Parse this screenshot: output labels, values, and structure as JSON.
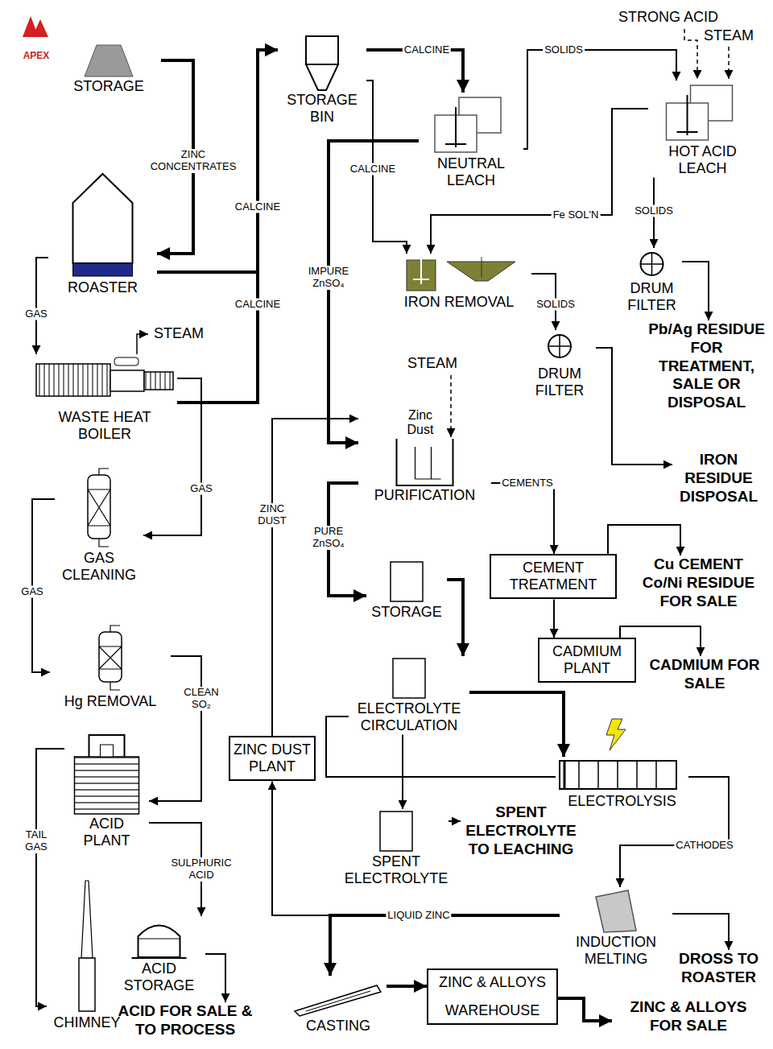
{
  "diagram": {
    "nodes": [
      {
        "text": [
          "STORAGE"
        ]
      },
      {
        "text": [
          "ROASTER"
        ]
      },
      {
        "text": [
          "STORAGE BIN"
        ]
      },
      {
        "text": [
          "NEUTRAL LEACH"
        ]
      },
      {
        "text": [
          "HOT ACID LEACH"
        ]
      },
      {
        "text": [
          "IRON REMOVAL"
        ]
      },
      {
        "text": [
          "DRUM FILTER"
        ]
      },
      {
        "text": [
          "Pb/Ag RESIDUE FOR TREATMENT, SALE OR DISPOSAL"
        ]
      },
      {
        "text": [
          "DRUM FILTER"
        ]
      },
      {
        "text": [
          "IRON RESIDUE DISPOSAL"
        ]
      },
      {
        "text": [
          "WASTE HEAT BOILER"
        ]
      },
      {
        "text": [
          "PURIFICATION"
        ]
      },
      {
        "text": [
          "GAS CLEANING"
        ]
      },
      {
        "text": [
          "CEMENT TREATMENT"
        ]
      },
      {
        "text": [
          "Cu CEMENT Co/Ni RESIDUE FOR SALE"
        ]
      },
      {
        "text": [
          "CADMIUM PLANT"
        ]
      },
      {
        "text": [
          "CADMIUM FOR SALE"
        ]
      },
      {
        "text": [
          "Hg REMOVAL"
        ]
      },
      {
        "text": [
          "STORAGE"
        ]
      },
      {
        "text": [
          "ELECTROLYTE CIRCULATION"
        ]
      },
      {
        "text": [
          "ZINC DUST PLANT"
        ]
      },
      {
        "text": [
          "ACID PLANT"
        ]
      },
      {
        "text": [
          "ELECTROLYSIS"
        ]
      },
      {
        "text": [
          "SPENT ELECTROLYTE"
        ]
      },
      {
        "text": [
          "SPENT ELECTROLYTE TO LEACHING"
        ]
      },
      {
        "text": [
          "ACID STORAGE"
        ]
      },
      {
        "text": [
          "ACID FOR SALE & TO PROCESS"
        ]
      },
      {
        "text": [
          "CHIMNEY"
        ]
      },
      {
        "text": [
          "INDUCTION MELTING"
        ]
      },
      {
        "text": [
          "DROSS TO ROASTER"
        ]
      },
      {
        "text": [
          "CASTING"
        ]
      },
      {
        "text": [
          "ZINC & ALLOYS",
          "WAREHOUSE"
        ]
      },
      {
        "text": [
          "ZINC & ALLOYS FOR SALE"
        ]
      }
    ],
    "edges": [
      {
        "from": 0,
        "to": 1,
        "arrow": "to",
        "label": "ZINC CONCENTRATES"
      },
      {
        "from": 1,
        "to": 2,
        "arrow": "to",
        "label": "CALCINE"
      },
      {
        "from": 10,
        "to": 2,
        "arrow": "to",
        "label": "CALCINE"
      },
      {
        "from": 1,
        "to": 10,
        "arrow": "to",
        "label": "GAS"
      },
      {
        "from": 10,
        "to": 12,
        "arrow": "to",
        "label": "GAS"
      },
      {
        "from": 12,
        "to": 17,
        "arrow": "to",
        "label": "GAS"
      },
      {
        "from": 17,
        "to": 21,
        "arrow": "to",
        "label": "CLEAN SO₂"
      },
      {
        "from": 21,
        "to": 27,
        "arrow": "to",
        "label": "TAIL GAS"
      },
      {
        "from": 21,
        "to": 25,
        "arrow": "to",
        "label": "SULPHURIC ACID"
      },
      {
        "from": 25,
        "to": 26,
        "arrow": "to"
      },
      {
        "from": 2,
        "to": 3,
        "arrow": "to",
        "label": "CALCINE"
      },
      {
        "from": 2,
        "to": 5,
        "arrow": "to",
        "label": "CALCINE"
      },
      {
        "from": 3,
        "to": 11,
        "arrow": "to",
        "label": "IMPURE ZnSO₄"
      },
      {
        "from": 3,
        "to": 4,
        "arrow": "to",
        "label": "SOLIDS"
      },
      {
        "from": 4,
        "to": 5,
        "arrow": "to",
        "label": "Fe SOL'N"
      },
      {
        "from": 4,
        "to": 6,
        "arrow": "to",
        "label": "SOLIDS"
      },
      {
        "from": 6,
        "to": 7,
        "arrow": "to"
      },
      {
        "from": 5,
        "to": 8,
        "arrow": "to",
        "label": "SOLIDS"
      },
      {
        "from": 8,
        "to": 9,
        "arrow": "to"
      },
      {
        "from": 11,
        "to": 13,
        "arrow": "to",
        "label": "CEMENTS"
      },
      {
        "from": 13,
        "to": 14,
        "arrow": "to"
      },
      {
        "from": 13,
        "to": 15,
        "arrow": "to"
      },
      {
        "from": 15,
        "to": 16,
        "arrow": "to"
      },
      {
        "from": 11,
        "to": 18,
        "arrow": "to",
        "label": "PURE ZnSO₄"
      },
      {
        "from": 18,
        "to": 19,
        "arrow": "to"
      },
      {
        "from": 19,
        "to": 22,
        "arrow": "to"
      },
      {
        "from": 22,
        "to": 19,
        "arrow": "none"
      },
      {
        "from": 19,
        "to": 23,
        "arrow": "to"
      },
      {
        "from": 23,
        "to": 24,
        "arrow": "to"
      },
      {
        "from": 22,
        "to": 28,
        "arrow": "to",
        "label": "CATHODES"
      },
      {
        "from": 28,
        "to": 29,
        "arrow": "to"
      },
      {
        "from": 28,
        "to": 20,
        "arrow": "to",
        "label": "LIQUID ZINC"
      },
      {
        "from": 28,
        "to": 30,
        "arrow": "to"
      },
      {
        "from": 30,
        "to": 31,
        "arrow": "to"
      },
      {
        "from": 31,
        "to": 32,
        "arrow": "to"
      },
      {
        "from": 20,
        "to": 11,
        "arrow": "to",
        "label": "ZINC DUST"
      }
    ],
    "labels": [
      "APEX",
      "STEAM",
      "STEAM",
      "Zinc Dust",
      "STRONG ACID",
      "STEAM"
    ]
  }
}
